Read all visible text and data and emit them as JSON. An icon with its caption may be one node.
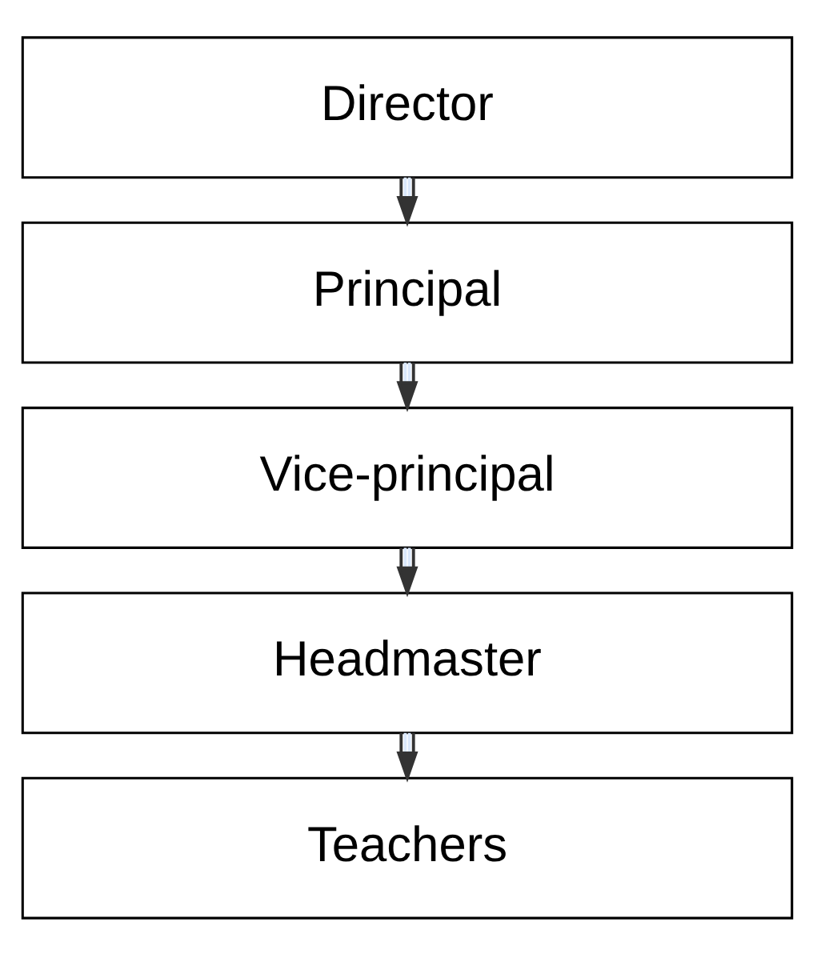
{
  "diagram": {
    "nodes": [
      {
        "text": [
          "Director"
        ]
      },
      {
        "text": [
          "Principal"
        ]
      },
      {
        "text": [
          "Vice-principal"
        ]
      },
      {
        "text": [
          "Headmaster"
        ]
      },
      {
        "text": [
          "Teachers"
        ]
      }
    ],
    "edges": [
      {
        "from": 0,
        "to": 1,
        "arrow": "to"
      },
      {
        "from": 1,
        "to": 2,
        "arrow": "to"
      },
      {
        "from": 2,
        "to": 3,
        "arrow": "to"
      },
      {
        "from": 3,
        "to": 4,
        "arrow": "to"
      }
    ]
  }
}
